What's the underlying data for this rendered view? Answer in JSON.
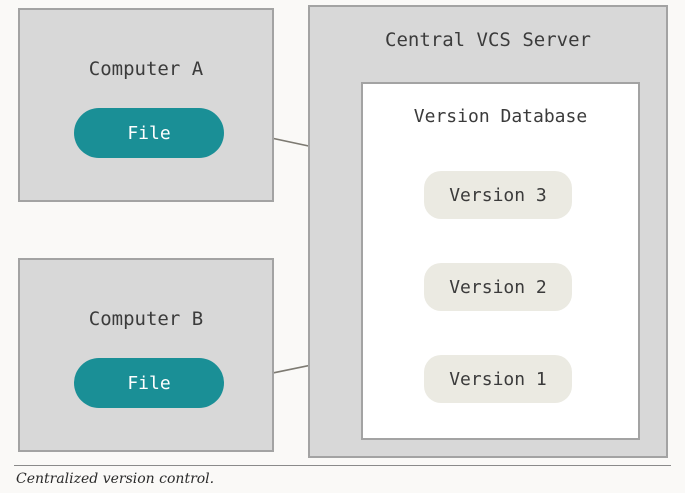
{
  "figure": {
    "caption": "Centralized version control.",
    "colors": {
      "background": "#faf9f7",
      "panel_fill": "#d8d8d8",
      "panel_border": "#a3a3a3",
      "file_node": "#1a8f96",
      "file_node_text": "#ffffff",
      "version_node": "#ebeae2",
      "version_node_text": "#3b3b3b",
      "database_fill": "#ffffff",
      "arrow": "#7d7a72",
      "connector": "#7d7a72",
      "title_text": "#3b3b3b"
    }
  },
  "panels": [
    {
      "id": "computer-a",
      "title": "Computer A",
      "node": {
        "label": "File"
      }
    },
    {
      "id": "computer-b",
      "title": "Computer B",
      "node": {
        "label": "File"
      }
    }
  ],
  "server": {
    "title": "Central VCS Server",
    "database": {
      "title": "Version Database",
      "versions": [
        {
          "label": "Version 3"
        },
        {
          "label": "Version 2"
        },
        {
          "label": "Version 1"
        }
      ]
    }
  },
  "arrows": [
    {
      "from": "version-database",
      "to": "computer-a-file",
      "direction": "left"
    },
    {
      "from": "version-database",
      "to": "computer-b-file",
      "direction": "left"
    }
  ]
}
